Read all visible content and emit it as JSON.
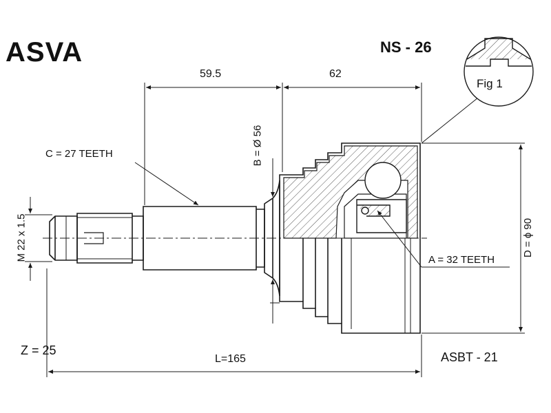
{
  "header": {
    "brand": "ASVA",
    "part_number": "NS - 26",
    "figure_label": "Fig 1"
  },
  "dimensions": {
    "top_left": "59.5",
    "top_right": "62",
    "diameter_b": "B = Ø 56",
    "diameter_d": "D = ϕ 90",
    "thread": "M 22 x 1.5",
    "length": "L=165"
  },
  "annotations": {
    "c_teeth": "C = 27 TEETH",
    "a_teeth": "A = 32 TEETH",
    "z": "Z = 25",
    "boot_ref": "ASBT - 21"
  },
  "colors": {
    "line": "#1a1a1a",
    "hatch": "#555555"
  }
}
